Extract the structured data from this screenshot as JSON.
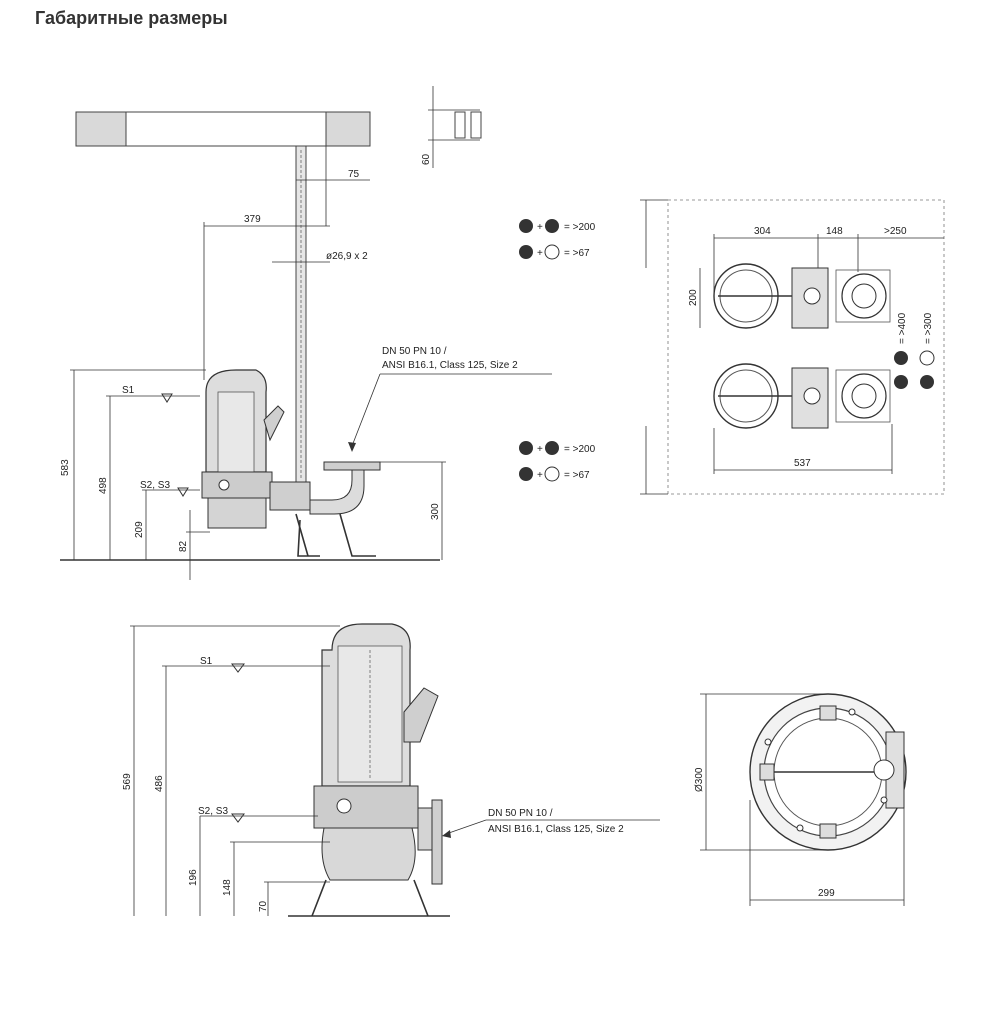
{
  "page": {
    "title": "Габаритные размеры"
  },
  "top_left": {
    "dim_379": "379",
    "dim_75": "75",
    "dim_60": "60",
    "rail_label": "ø26,9 x 2",
    "dn_line1": "DN 50 PN 10 /",
    "dn_line2": "ANSI B16.1, Class 125, Size 2",
    "s1": "S1",
    "s2s3": "S2, S3",
    "dim_583": "583",
    "dim_498": "498",
    "dim_209": "209",
    "dim_82": "82",
    "dim_300": "300"
  },
  "top_right": {
    "rule1": "= >200",
    "rule2": "= >67",
    "rule3": "= >200",
    "rule4": "= >67",
    "dim_304": "304",
    "dim_148": "148",
    "dim_250": ">250",
    "dim_200": "200",
    "dim_400": "= >400",
    "dim_300": "= >300",
    "dim_537": "537"
  },
  "bottom_left": {
    "s1": "S1",
    "s2s3": "S2, S3",
    "dim_569": "569",
    "dim_486": "486",
    "dim_196": "196",
    "dim_148": "148",
    "dim_70": "70",
    "dn_line1": "DN 50 PN 10 /",
    "dn_line2": "ANSI B16.1, Class 125, Size 2"
  },
  "bottom_right": {
    "dim_d300": "Ø300",
    "dim_299": "299"
  }
}
